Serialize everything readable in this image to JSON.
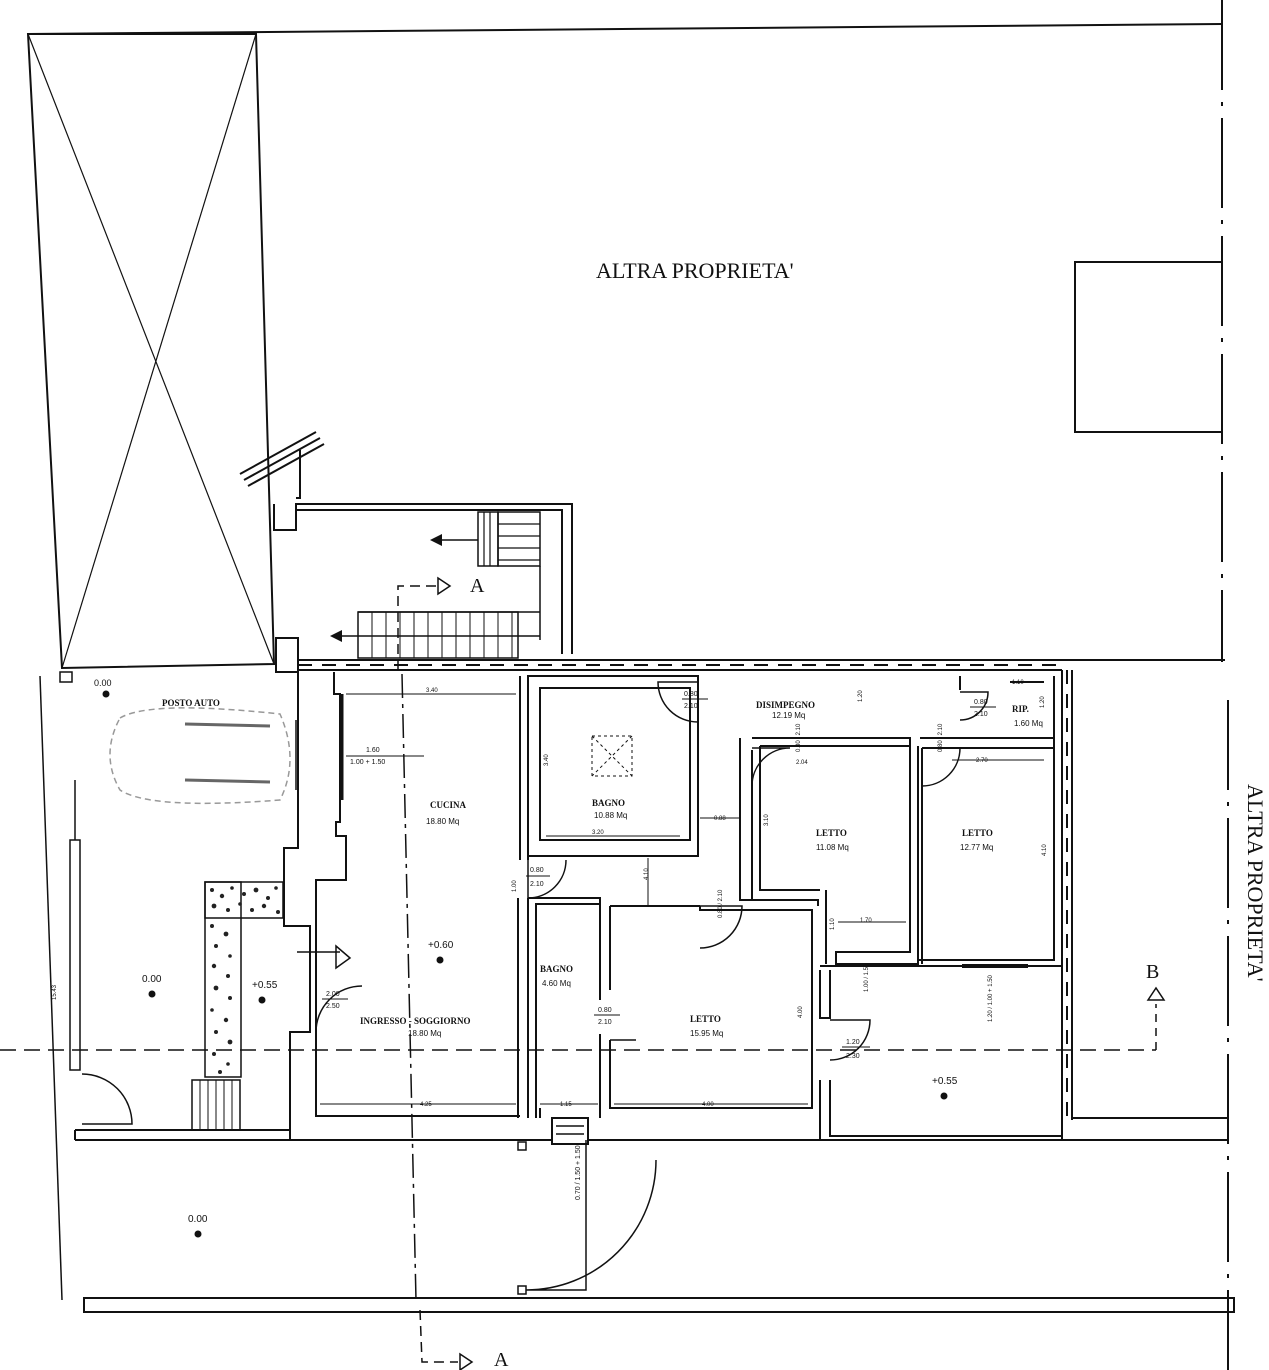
{
  "labels": {
    "altra_top": "ALTRA PROPRIETA'",
    "altra_right": "ALTRA PROPRIETA'",
    "posto_auto": "POSTO AUTO",
    "disimpegno": "DISIMPEGNO",
    "disimpegno_area": "12.19 Mq",
    "rip": "RIP.",
    "rip_area": "1.60 Mq",
    "bagno1": "BAGNO",
    "bagno1_area": "10.88 Mq",
    "cucina": "CUCINA",
    "cucina_area": "18.80 Mq",
    "letto1": "LETTO",
    "letto1_area": "11.08 Mq",
    "letto2": "LETTO",
    "letto2_area": "12.77 Mq",
    "bagno2": "BAGNO",
    "bagno2_area": "4.60 Mq",
    "letto3": "LETTO",
    "letto3_area": "15.95 Mq",
    "soggiorno": "INGRESSO - SOGGIORNO",
    "soggiorno_area": "18.80 Mq",
    "section_a_top": "A",
    "section_a_bottom": "A",
    "section_b": "B"
  },
  "levels": {
    "posto_auto": "0.00",
    "left_yard": "0.00",
    "entrance": "+0.55",
    "cucina": "+0.60",
    "right_terrace": "+0.55",
    "bottom_yard": "0.00"
  },
  "dimensions": {
    "cucina_width": "3.40",
    "window_top": "1.60",
    "window_bottom": "1.00 + 1.50",
    "door_disimpegno_top": "0.80",
    "door_disimpegno_bottom": "2.10",
    "disimpegno_depth": "1.20",
    "door_rip_top": "0.80",
    "door_rip_bottom": "2.10",
    "rip_width": "1.10",
    "rip_depth": "1.20",
    "door_letto1": "0.80 / 2.10",
    "door_letto2": "0.80 / 2.10",
    "letto1_wall": "2.04",
    "letto2_width": "2.70",
    "bagno1_depth": "3.40",
    "bagno1_width": "3.20",
    "corridor_width": "0.88",
    "letto1_depth": "3.10",
    "letto2_depth": "4.10",
    "door_cucina_top": "0.80",
    "door_cucina_bottom": "2.10",
    "kitchen_wall": "1.00",
    "passage": "4.10",
    "door_letto3": "0.80 / 2.10",
    "letto1_bottom": "1.70",
    "letto1_side": "1.10",
    "door_letto2_lower": "1.00 / 1.50",
    "window_right": "1.20 / 1.00 + 1.50",
    "entrance_door_top": "2.00",
    "entrance_door_bottom": "2.50",
    "door_bagno2_top": "0.80",
    "door_bagno2_bottom": "2.10",
    "letto3_depth": "4.00",
    "door_terrace_top": "1.20",
    "door_terrace_bottom": "2.30",
    "soggiorno_width": "4.25",
    "bagno2_width": "1.15",
    "letto3_width": "4.00",
    "front_door": "0.70 / 1.50 + 1.50",
    "yard_depth": "15.43"
  }
}
